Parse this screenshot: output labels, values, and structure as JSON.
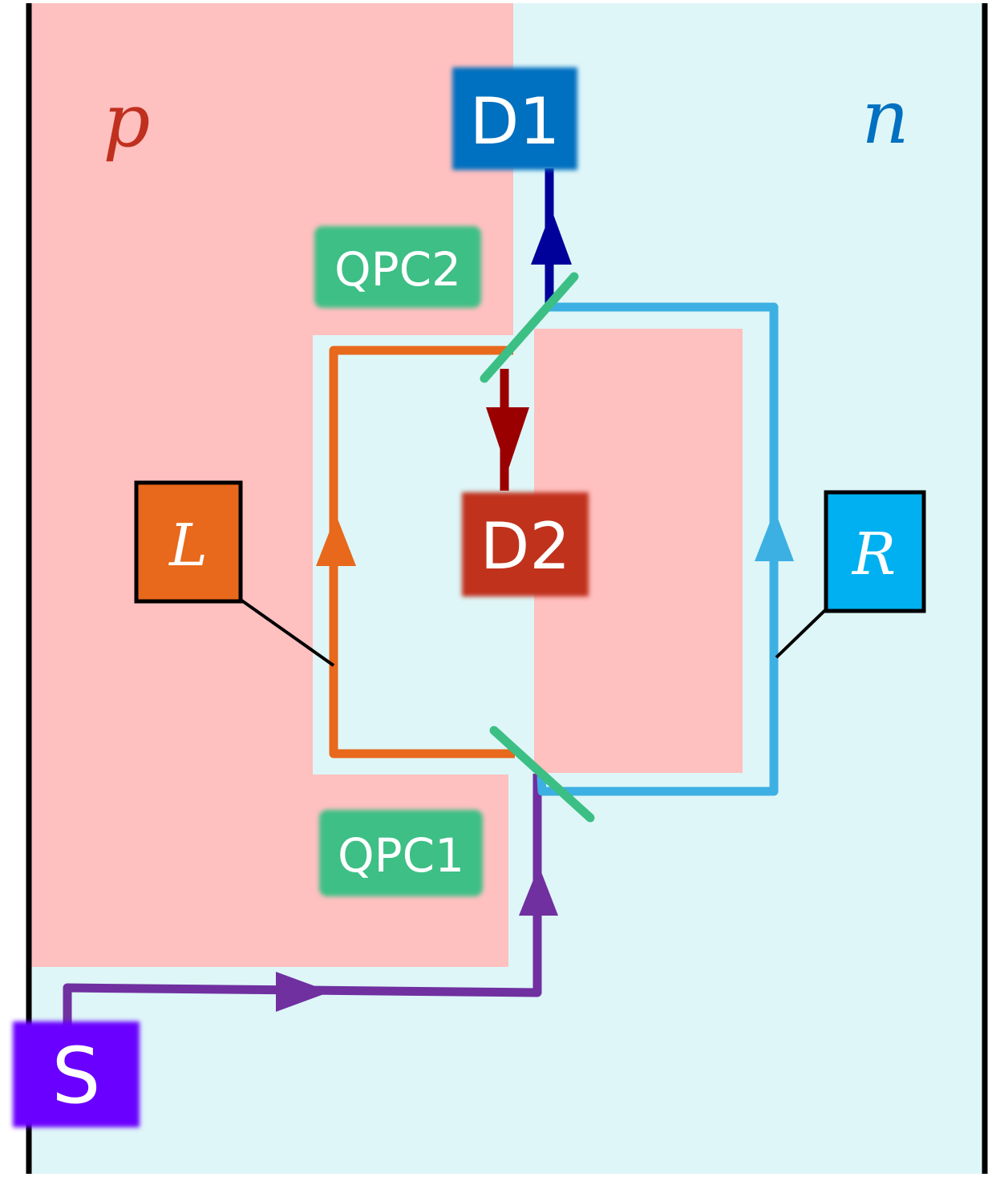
{
  "regions": {
    "p_label": "p",
    "n_label": "n"
  },
  "boxes": {
    "source": "S",
    "detector1": "D1",
    "detector2": "D2",
    "qpc1": "QPC1",
    "qpc2": "QPC2",
    "left_arm": "L",
    "right_arm": "R"
  },
  "colors": {
    "p_region": "#ffc0c0",
    "n_region": "#def6f8",
    "source": "#6a00ff",
    "source_path": "#7030a0",
    "detector1": "#0070c0",
    "detector1_path": "#00009a",
    "detector2": "#c0301f",
    "detector2_path": "#9a0000",
    "qpc": "#3cbf85",
    "left_path": "#e8681c",
    "right_path": "#3db0e3",
    "right_box": "#00b0f0"
  }
}
